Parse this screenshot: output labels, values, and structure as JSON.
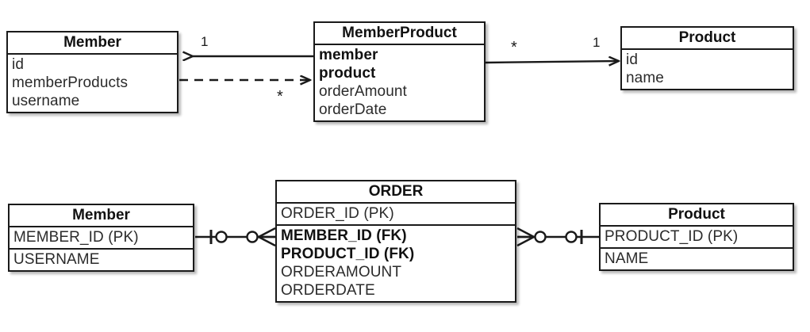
{
  "diagram": {
    "title": "Object model and relational model for Member / Product ordering",
    "stroke_color": "#1a1a1a",
    "text_color": "#2b2b2b",
    "background": "#ffffff"
  },
  "uml": {
    "classes": [
      {
        "name": "member-class",
        "title": "Member",
        "attributes": [
          {
            "text": "id",
            "bold": false
          },
          {
            "text": "memberProducts",
            "bold": false
          },
          {
            "text": "username",
            "bold": false
          }
        ]
      },
      {
        "name": "memberproduct-class",
        "title": "MemberProduct",
        "attributes": [
          {
            "text": "member",
            "bold": true
          },
          {
            "text": "product",
            "bold": true
          },
          {
            "text": "orderAmount",
            "bold": false
          },
          {
            "text": "orderDate",
            "bold": false
          }
        ]
      },
      {
        "name": "product-class",
        "title": "Product",
        "attributes": [
          {
            "text": "id",
            "bold": false
          },
          {
            "text": "name",
            "bold": false
          }
        ]
      }
    ],
    "associations": [
      {
        "name": "memberproduct-to-member-association",
        "style": "solid",
        "direction": "left",
        "source": "MemberProduct",
        "target": "Member",
        "label": "1"
      },
      {
        "name": "member-to-memberproduct-association",
        "style": "dashed",
        "direction": "right",
        "source": "Member",
        "target": "MemberProduct",
        "label": "*"
      },
      {
        "name": "memberproduct-to-product-association",
        "style": "solid",
        "direction": "right",
        "source": "MemberProduct",
        "target": "Product",
        "source_label": "*",
        "target_label": "1"
      }
    ]
  },
  "er": {
    "tables": [
      {
        "name": "member-table",
        "title": "Member",
        "sections": [
          [
            {
              "text": "MEMBER_ID (PK)",
              "bold": false
            }
          ],
          [
            {
              "text": "USERNAME",
              "bold": false
            }
          ]
        ]
      },
      {
        "name": "order-table",
        "title": "ORDER",
        "sections": [
          [
            {
              "text": "ORDER_ID (PK)",
              "bold": false
            }
          ],
          [
            {
              "text": "MEMBER_ID (FK)",
              "bold": true
            },
            {
              "text": "PRODUCT_ID (FK)",
              "bold": true
            },
            {
              "text": "ORDERAMOUNT",
              "bold": false
            },
            {
              "text": "ORDERDATE",
              "bold": false
            }
          ]
        ]
      },
      {
        "name": "product-table",
        "title": "Product",
        "sections": [
          [
            {
              "text": "PRODUCT_ID (PK)",
              "bold": false
            }
          ],
          [
            {
              "text": "NAME",
              "bold": false
            }
          ]
        ]
      }
    ],
    "relationships": [
      {
        "name": "member-order-relationship",
        "left_table": "Member",
        "right_table": "ORDER",
        "left_cardinality": "one-and-only-one-optional",
        "left_notation": "tick-circle",
        "right_cardinality": "zero-or-many",
        "right_notation": "circle-crowsfoot"
      },
      {
        "name": "order-product-relationship",
        "left_table": "ORDER",
        "right_table": "Product",
        "left_cardinality": "zero-or-many",
        "left_notation": "crowsfoot-circle",
        "right_cardinality": "one-and-only-one-optional",
        "right_notation": "circle-tick"
      }
    ]
  }
}
